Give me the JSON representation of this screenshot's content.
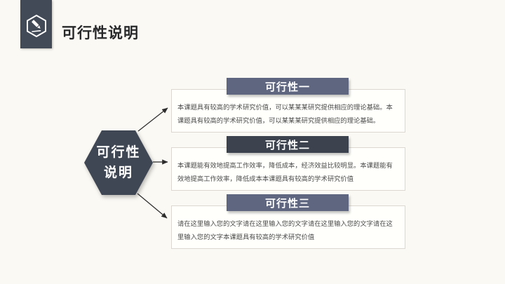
{
  "page": {
    "background": "#fbf9f3"
  },
  "header": {
    "title": "可行性说明",
    "badge_color": "#434a57",
    "badge_icon": "pencil-hexagon-icon"
  },
  "hexagon": {
    "line1": "可行性",
    "line2": "说明",
    "color": "#3f4654",
    "text_color": "#ffffff"
  },
  "connectors": {
    "color": "#2c2c2c",
    "count": 3
  },
  "boxes": [
    {
      "title": "可行性一",
      "header_color": "#5e6680",
      "body": "本课题具有较高的学术研究价值，可以某某某研究提供相应的理论基础。本课题具有较高的学术研究价值，可以某某某研究提供相应的理论基础。"
    },
    {
      "title": "可行性二",
      "header_color": "#3c434f",
      "body": "本课题能有效地提高工作效率，降低成本，经济效益比较明显。本课题能有效地提高工作效率，降低成本本课题具有较高的学术研究价值"
    },
    {
      "title": "可行性三",
      "header_color": "#5e6680",
      "body": "请在这里输入您的文字请在这里输入您的文字请在这里输入您的文字请在这里输入您的文字本课题具有较高的学术研究价值"
    }
  ]
}
